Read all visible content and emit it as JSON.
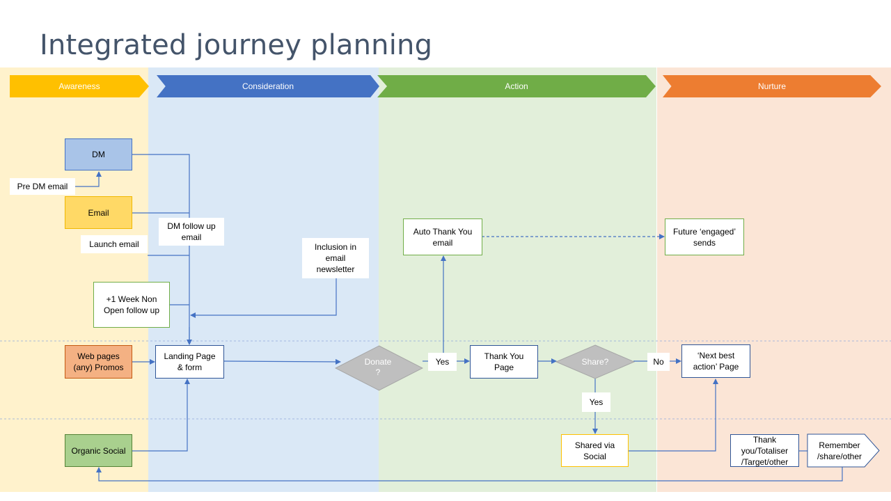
{
  "title": "Integrated journey planning",
  "stages": [
    "Awareness",
    "Consideration",
    "Action",
    "Nurture"
  ],
  "nodes": {
    "dm": "DM",
    "pre_dm_email": "Pre DM email",
    "email": "Email",
    "dm_follow_up_email": "DM follow up email",
    "launch_email": "Launch email",
    "plus_one_week": "+1 Week Non Open follow up",
    "inclusion_newsletter": "Inclusion in email newsletter",
    "web_pages": "Web pages (any) Promos",
    "landing_page": "Landing Page & form",
    "donate": "Donate ?",
    "yes_donate": "Yes",
    "auto_thank_you": "Auto Thank You email",
    "thank_you_page": "Thank You Page",
    "share": "Share?",
    "no_share": "No",
    "next_best_action": "‘Next best action’ Page",
    "future_engaged": "Future ‘engaged’ sends",
    "yes_share": "Yes",
    "shared_via_social": "Shared via Social",
    "organic_social": "Organic Social",
    "thank_you_totaliser": "Thank you/Totaliser /Target/other",
    "remember_share": "Remember /share/other"
  },
  "colors": {
    "awareness": "#ffc000",
    "consideration": "#4472c4",
    "action": "#70ad47",
    "nurture": "#ed7d31",
    "connector": "#4472c4",
    "decision": "#bfbfbf"
  }
}
